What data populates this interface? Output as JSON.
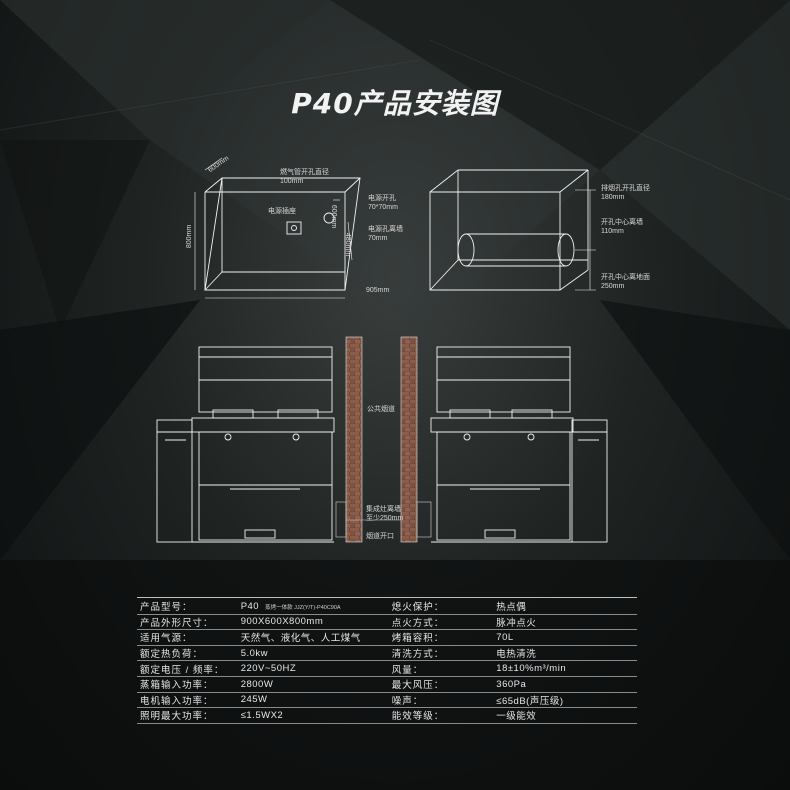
{
  "title": "P40产品安装图",
  "labels": {
    "width_600": "600mm",
    "height_800": "800mm",
    "gas_hole": "燃气管开孔直径",
    "gas_hole_size": "100mm",
    "power_socket": "电源插座",
    "power_hole": "电源开孔",
    "power_hole_size": "70*70mm",
    "power_wall": "电源孔离墙",
    "power_wall_size": "70mm",
    "depth_600": "600mm",
    "depth_480": "480mm",
    "width_905": "905mm",
    "exhaust_hole": "排烟孔开孔直径",
    "exhaust_hole_size": "180mm",
    "center_wall": "开孔中心离墙",
    "center_wall_size": "110mm",
    "center_floor": "开孔中心离地面",
    "center_floor_size": "250mm",
    "public_flue": "公共烟道",
    "stove_wall": "集成灶离墙",
    "stove_wall_size": "至少250mm",
    "flue_opening": "烟道开口"
  },
  "specs": [
    {
      "k1": "产品型号：",
      "v1": "P40",
      "v1_small": "蒸烤一体款   JJZ(Y/T)-P40C90A",
      "k2": "熄火保护：",
      "v2": "热点偶"
    },
    {
      "k1": "产品外形尺寸：",
      "v1": "900X600X800mm",
      "v1_small": "",
      "k2": "点火方式：",
      "v2": "脉冲点火"
    },
    {
      "k1": "适用气源：",
      "v1": "天然气、液化气、人工煤气",
      "v1_small": "",
      "k2": "烤箱容积：",
      "v2": "70L"
    },
    {
      "k1": "额定热负荷：",
      "v1": "5.0kw",
      "v1_small": "",
      "k2": "清洗方式：",
      "v2": "电热清洗"
    },
    {
      "k1": "额定电压 / 频率：",
      "v1": "220V~50HZ",
      "v1_small": "",
      "k2": "风量：",
      "v2": "18±10%m³/min"
    },
    {
      "k1": "蒸箱输入功率：",
      "v1": "2800W",
      "v1_small": "",
      "k2": "最大风压：",
      "v2": "360Pa"
    },
    {
      "k1": "电机输入功率：",
      "v1": "245W",
      "v1_small": "",
      "k2": "噪声：",
      "v2": "≤65dB(声压级)"
    },
    {
      "k1": "照明最大功率：",
      "v1": "≤1.5WX2",
      "v1_small": "",
      "k2": "能效等级：",
      "v2": "一级能效"
    }
  ]
}
